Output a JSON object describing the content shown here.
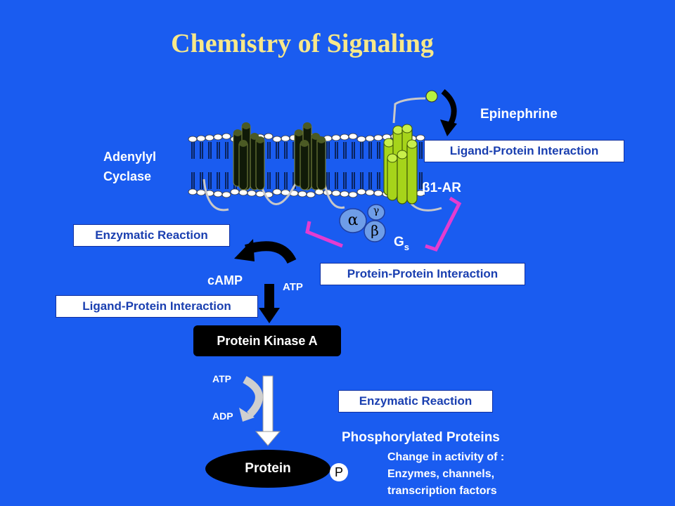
{
  "title": "Chemistry of Signaling",
  "labels": {
    "epinephrine": "Epinephrine",
    "adenylyl": "Adenylyl",
    "cyclase": "Cyclase",
    "beta1_ar": "β1-AR",
    "alpha": "α",
    "beta": "β",
    "gamma": "γ",
    "g": "G",
    "g_sub": "s",
    "camp": "cAMP",
    "atp_top": "ATP",
    "atp_bottom": "ATP",
    "adp": "ADP",
    "phospho_title": "Phosphorylated Proteins",
    "change1": "Change in activity of :",
    "change2": "Enzymes, channels,",
    "change3": "transcription factors"
  },
  "boxes": {
    "ligand_protein_top": "Ligand-Protein Interaction",
    "enzymatic_top": "Enzymatic Reaction",
    "protein_protein": "Protein-Protein Interaction",
    "ligand_protein_bottom": "Ligand-Protein Interaction",
    "enzymatic_bottom": "Enzymatic Reaction"
  },
  "nodes": {
    "pka": "Protein Kinase A",
    "protein": "Protein",
    "phosphate": "P"
  },
  "colors": {
    "background": "#1a5cf0",
    "title": "#f7e88a",
    "receptor": "#a6d41a",
    "cyclase": "#101a08",
    "bracket": "#e43cd0"
  }
}
